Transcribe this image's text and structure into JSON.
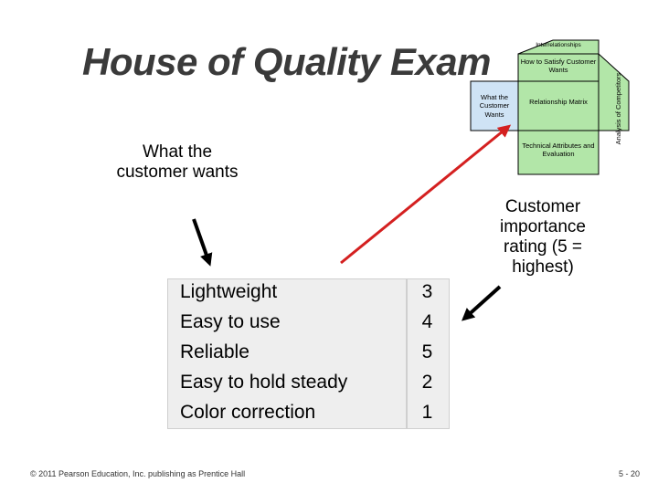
{
  "title": "House of Quality Exam",
  "hoq": {
    "interrelationships": "Interrelationships",
    "how_to_satisfy": "How to Satisfy Customer Wants",
    "what_customer_wants": "What the Customer Wants",
    "relationship_matrix": "Relationship Matrix",
    "analysis_competitors": "Analysis of Competitors",
    "technical_attributes": "Technical Attributes and Evaluation"
  },
  "callouts": {
    "what_customer_wants": "What the customer wants",
    "importance_rating": "Customer importance rating (5 = highest)"
  },
  "wants": [
    {
      "label": "Lightweight",
      "rating": "3"
    },
    {
      "label": "Easy to use",
      "rating": "4"
    },
    {
      "label": "Reliable",
      "rating": "5"
    },
    {
      "label": "Easy to hold steady",
      "rating": "2"
    },
    {
      "label": "Color correction",
      "rating": "1"
    }
  ],
  "footer": {
    "copyright": "© 2011 Pearson Education, Inc. publishing as Prentice Hall",
    "page": "5 - 20"
  },
  "colors": {
    "hoq_green": "#b2e6a8",
    "hoq_blue": "#cfe3f5",
    "red_arrow": "#d42020"
  }
}
